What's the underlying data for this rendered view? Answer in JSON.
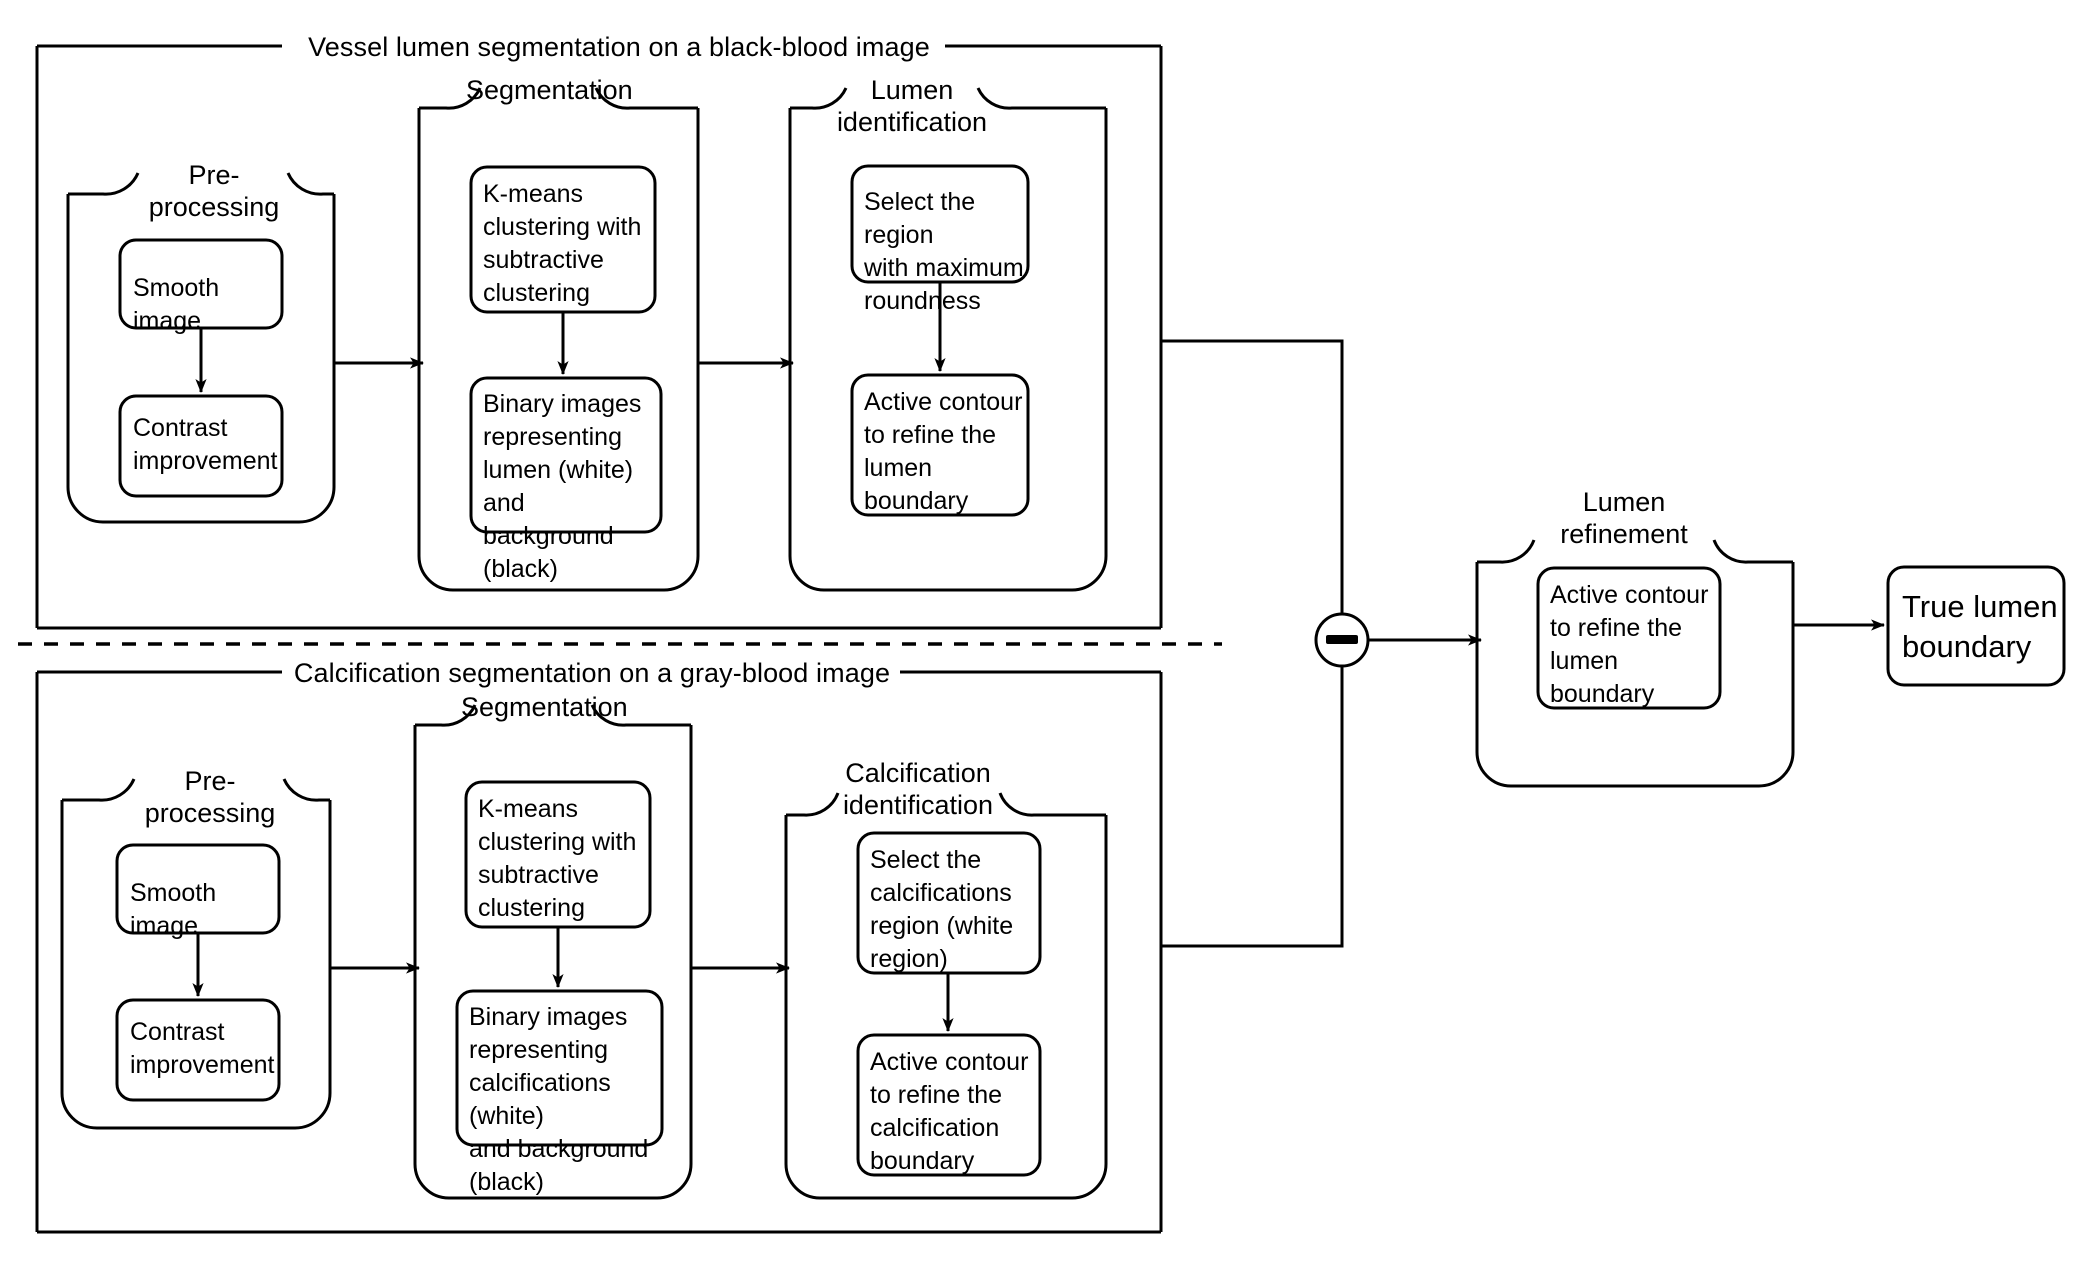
{
  "diagram": {
    "title_top_panel": "Vessel lumen segmentation on a black-blood image",
    "title_bottom_panel": "Calcification segmentation on a gray-blood image",
    "operator_symbol": "−",
    "operator_name": "subtraction-node"
  },
  "top_panel": {
    "label": "Vessel lumen segmentation on a black-blood image",
    "groups": [
      {
        "label": "Pre-processing",
        "nodes": [
          {
            "text": "Smooth image"
          },
          {
            "text": "Contrast\nimprovement"
          }
        ]
      },
      {
        "label": "Segmentation",
        "nodes": [
          {
            "text": "K-means\nclustering with\nsubtractive\nclustering"
          },
          {
            "text": "Binary images\nrepresenting\nlumen (white)\nand background\n(black)"
          }
        ]
      },
      {
        "label": "Lumen identification",
        "nodes": [
          {
            "text": "Select the region\nwith maximum\nroundness"
          },
          {
            "text": "Active contour\nto refine the\nlumen\nboundary"
          }
        ]
      }
    ]
  },
  "bottom_panel": {
    "label": "Calcification segmentation on a gray-blood image",
    "groups": [
      {
        "label": "Pre-processing",
        "nodes": [
          {
            "text": "Smooth image"
          },
          {
            "text": "Contrast\nimprovement"
          }
        ]
      },
      {
        "label": "Segmentation",
        "nodes": [
          {
            "text": "K-means\nclustering with\nsubtractive\nclustering"
          },
          {
            "text": "Binary images\nrepresenting\ncalcifications (white)\nand background\n(black)"
          }
        ]
      },
      {
        "label": "Calcification\nidentification",
        "nodes": [
          {
            "text": "Select the\ncalcifications\nregion (white\nregion)"
          },
          {
            "text": "Active contour\nto refine the\ncalcification\nboundary"
          }
        ]
      }
    ]
  },
  "right_section": {
    "refinement_group_label": "Lumen refinement",
    "refinement_node_text": "Active contour\nto refine the\nlumen\nboundary",
    "result_text": "True lumen\nboundary"
  },
  "colors": {
    "stroke": "#000000",
    "background": "#ffffff",
    "text": "#000000"
  }
}
